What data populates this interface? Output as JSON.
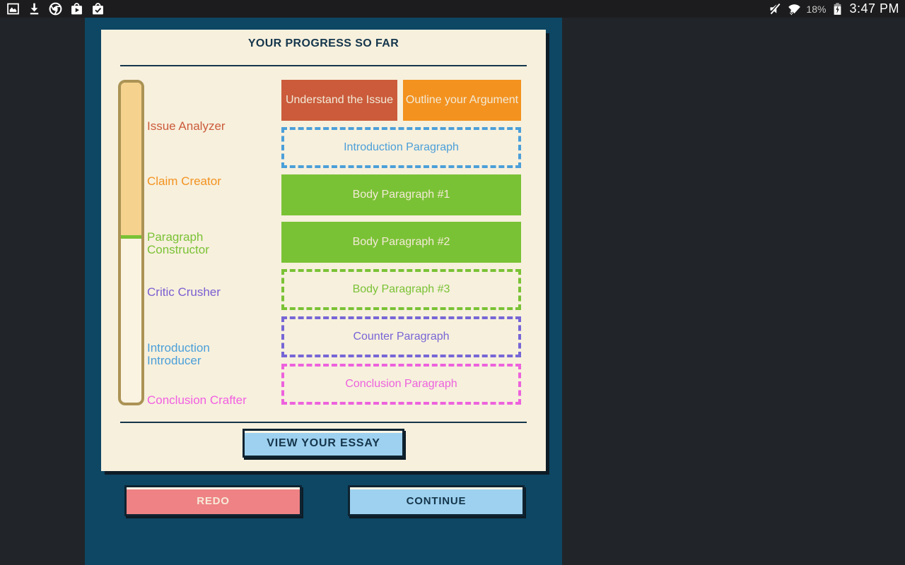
{
  "status_bar": {
    "left_icons": [
      "screenshot-icon",
      "download-icon",
      "chrome-icon",
      "play-store-icon",
      "play-store-check-icon"
    ],
    "right_icons": [
      "mute-icon",
      "wifi-icon",
      "battery-charging-icon"
    ],
    "battery_percent": "18%",
    "time": "3:47 PM"
  },
  "progress_card": {
    "title": "YOUR PROGRESS SO FAR",
    "progress_bar": {
      "fill_ratio": "0.48"
    },
    "milestones": [
      {
        "label": "Issue Analyzer",
        "color": "#cb5b3b"
      },
      {
        "label": "Claim Creator",
        "color": "#f3921f"
      },
      {
        "label": "Paragraph Constructor",
        "color": "#7ac235"
      },
      {
        "label": "Critic Crusher",
        "color": "#7b5ed2"
      },
      {
        "label": "Introduction Introducer",
        "color": "#4b9fd9"
      },
      {
        "label": "Conclusion Crafter",
        "color": "#f25fe2"
      }
    ],
    "steps": [
      {
        "label": "Understand the Issue",
        "state": "complete",
        "color": "#cb5b3b"
      },
      {
        "label": "Outline your Argument",
        "state": "complete",
        "color": "#f3921f"
      },
      {
        "label": "Introduction Paragraph",
        "state": "incomplete",
        "color": "#4b9fd9"
      },
      {
        "label": "Body Paragraph #1",
        "state": "complete",
        "color": "#7ac235"
      },
      {
        "label": "Body Paragraph #2",
        "state": "complete",
        "color": "#7ac235"
      },
      {
        "label": "Body Paragraph #3",
        "state": "incomplete",
        "color": "#7ac235"
      },
      {
        "label": "Counter Paragraph",
        "state": "incomplete",
        "color": "#7766d6"
      },
      {
        "label": "Conclusion Paragraph",
        "state": "incomplete",
        "color": "#ed62dd"
      }
    ],
    "view_essay_label": "VIEW YOUR ESSAY"
  },
  "footer": {
    "redo_label": "REDO",
    "continue_label": "CONTINUE"
  },
  "colors": {
    "background": "#212529",
    "status_bar": "#1c1c1e",
    "panel": "#0d4764",
    "card": "#f7f0dd",
    "navy_text": "#15364c",
    "bar_fill": "#f5d28d",
    "bar_border": "#ab9355",
    "light_blue_button": "#9ed1ef",
    "salmon_button": "#ee8284"
  }
}
